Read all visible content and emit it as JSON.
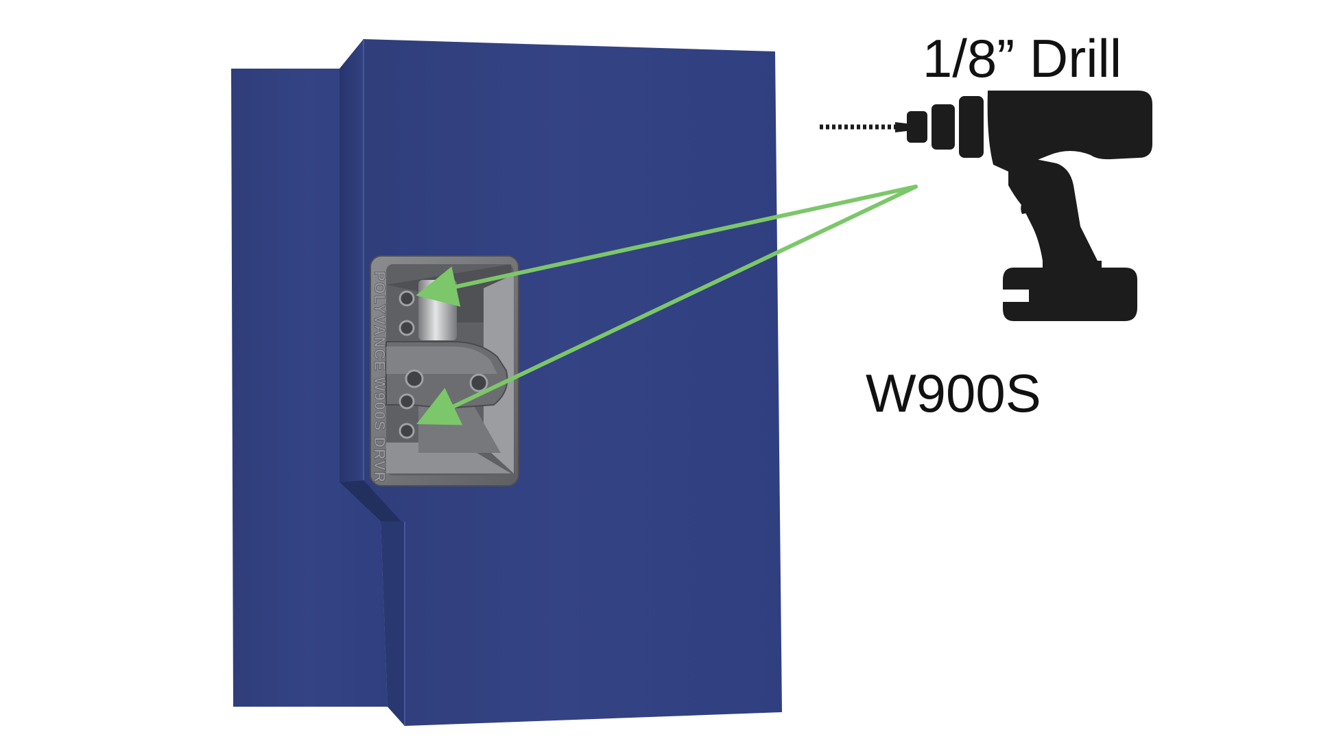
{
  "labels": {
    "tool": "1/8” Drill",
    "part_number": "W900S"
  },
  "bracket": {
    "engraving": "POLYVANCE W900S DRVR"
  },
  "icons": {
    "tool": "cordless-drill-icon",
    "pointer": "arrow-icon"
  },
  "colors": {
    "door_panel": "#324280",
    "door_panel_edge": "#3a4c92",
    "bracket": "#6f7073",
    "arrow": "#7cc769",
    "drill": "#1c1c1c"
  }
}
